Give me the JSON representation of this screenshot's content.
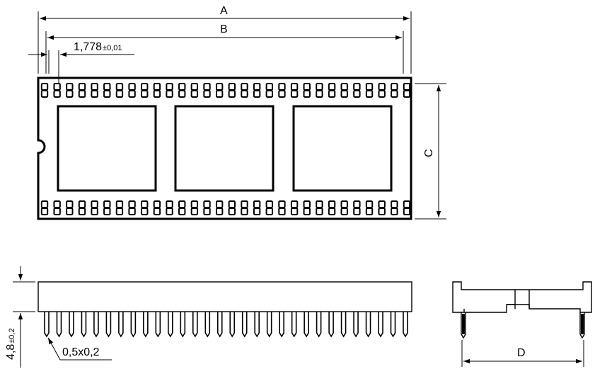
{
  "dimensions": {
    "A": "A",
    "B": "B",
    "C": "C",
    "D": "D",
    "pitch_main": "1,778",
    "pitch_tol": "±0,01",
    "pin_size": "0,5x0,2",
    "height_main": "4,8",
    "height_tol": "±0,2"
  },
  "pins_per_row": 30
}
